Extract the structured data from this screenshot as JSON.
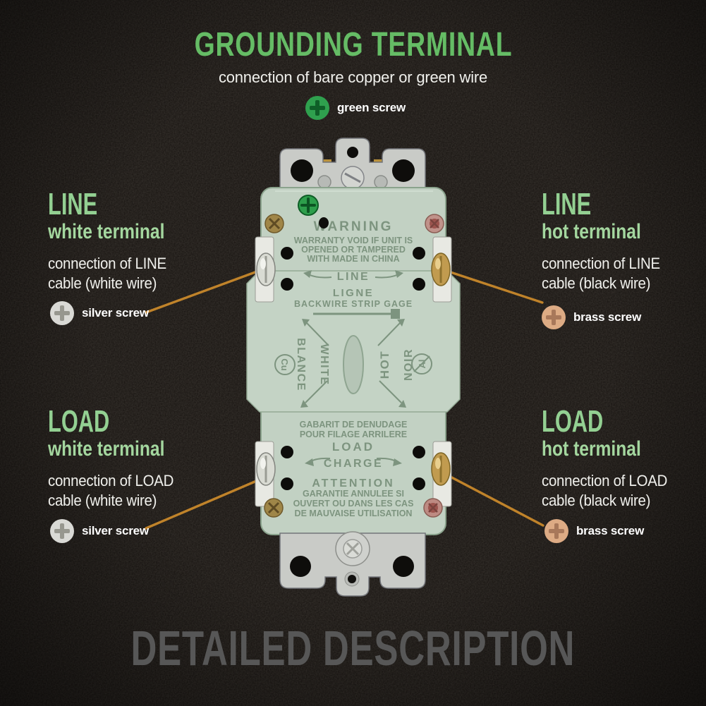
{
  "colors": {
    "background": "#171310",
    "title_green": "#65bc65",
    "heading_green": "#93d092",
    "subheading_green": "#a4d79f",
    "body_text": "#f0f0ec",
    "pointer_line": "#c0832a",
    "footer_gray": "#575757"
  },
  "header": {
    "title": "GROUNDING TERMINAL",
    "subtitle": "connection of bare copper or green wire",
    "screw_label": "green screw",
    "screw_style": "background:#2fa04e;color:#0f5f28"
  },
  "annotations": [
    {
      "heading": "LINE",
      "subheading": "white terminal",
      "desc_lines": [
        "connection of LINE",
        "cable (white wire)"
      ],
      "screw_label": "silver screw",
      "screw_style": "background:#d9d9d5;color:#97978f"
    },
    {
      "heading": "LINE",
      "subheading": "hot terminal",
      "desc_lines": [
        "connection of LINE",
        "cable (black wire)"
      ],
      "screw_label": "brass screw",
      "screw_style": "background:#ddab84;color:#a8785a"
    },
    {
      "heading": "LOAD",
      "subheading": "white terminal",
      "desc_lines": [
        "connection of LOAD",
        "cable (white wire)"
      ],
      "screw_label": "silver screw",
      "screw_style": "background:#d9d9d5;color:#97978f"
    },
    {
      "heading": "LOAD",
      "subheading": "hot terminal",
      "desc_lines": [
        "connection of LOAD",
        "cable (black wire)"
      ],
      "screw_label": "brass screw",
      "screw_style": "background:#ddab84;color:#a8785a"
    }
  ],
  "device": {
    "warning_title": "WARNING",
    "warning_lines": [
      "WARRANTY VOID IF UNIT IS",
      "OPENED OR TAMPERED",
      "WITH MADE IN CHINA"
    ],
    "line_en": "LINE",
    "line_fr": "LIGNE",
    "backwire_gage": "BACKWIRE STRIP GAGE",
    "white_en": "WHITE",
    "white_fr": "BLANCE",
    "hot_en": "HOT",
    "hot_fr": "NOIR",
    "copper_symbol": "Cu",
    "aluminum_symbol": "Al",
    "gabarit_lines": [
      "GABARIT DE DENUDAGE",
      "POUR FILAGE ARRILERE"
    ],
    "load_en": "LOAD",
    "load_fr": "CHARGE",
    "attention_title": "ATTENTION",
    "attention_lines": [
      "GARANTIE ANNULEE SI",
      "OUVERT OU DANS LES CAS",
      "DE MAUVAISE UTILISATION"
    ]
  },
  "footer": {
    "title": "DETAILED DESCRIPTION"
  }
}
